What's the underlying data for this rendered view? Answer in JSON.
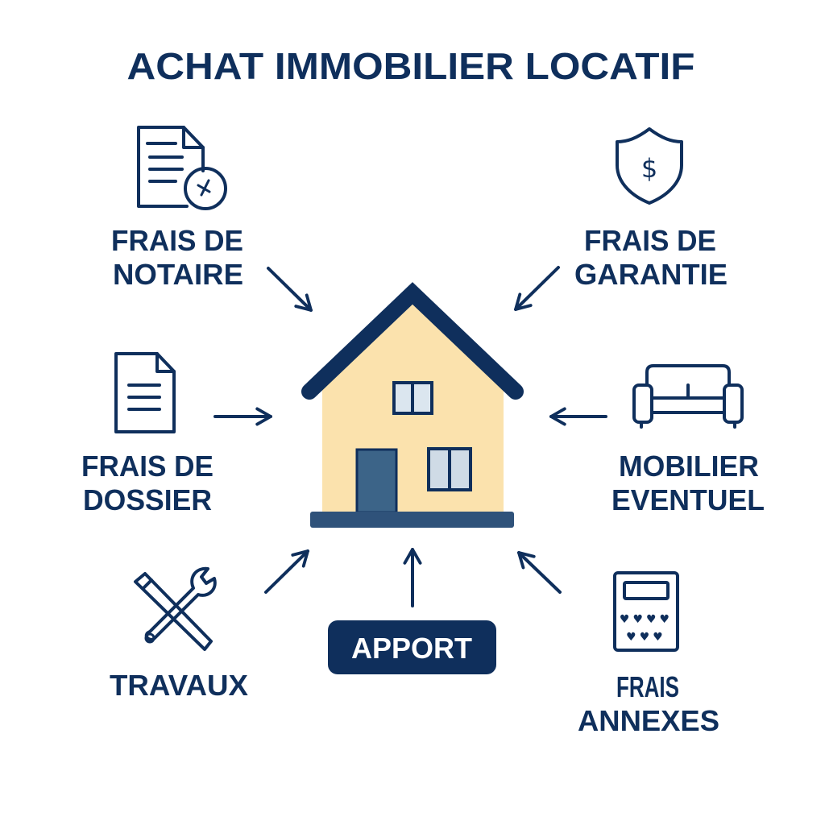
{
  "title": "ACHAT IMMOBILIER LOCATIF",
  "colors": {
    "navy": "#0f2f5c",
    "house_wall": "#fbe2ad",
    "door": "#3c6488",
    "window_glass": "#dbe6ef",
    "base": "#2f527a"
  },
  "items": {
    "notaire": {
      "line1": "FRAIS DE",
      "line2": "NOTAIRE",
      "icon": "document-clock-icon"
    },
    "garantie": {
      "line1": "FRAIS DE",
      "line2": "GARANTIE",
      "icon": "shield-dollar-icon"
    },
    "dossier": {
      "line1": "FRAIS DE",
      "line2": "DOSSIER",
      "icon": "document-icon"
    },
    "mobilier": {
      "line1": "MOBILIER",
      "line2": "EVENTUEL",
      "icon": "sofa-icon"
    },
    "travaux": {
      "line1": "TRAVAUX",
      "icon": "tools-icon"
    },
    "annexes": {
      "line1": "FRAIS",
      "line2": "ANNEXES",
      "icon": "calculator-icon"
    },
    "apport": {
      "label": "APPORT"
    }
  }
}
